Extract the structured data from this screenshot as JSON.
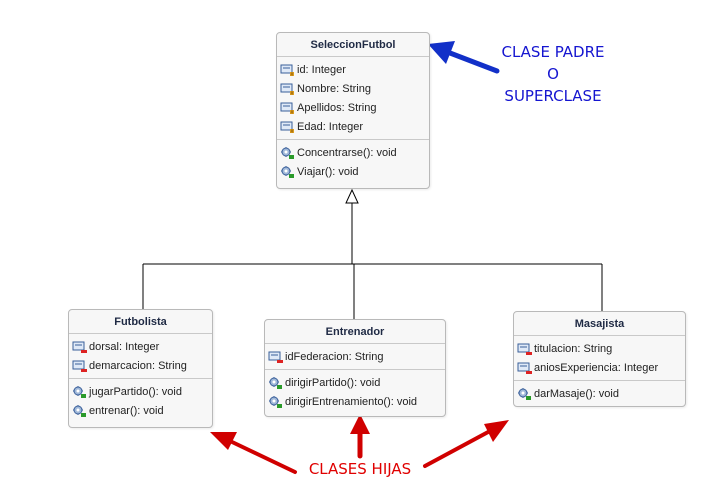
{
  "parent": {
    "name": "SeleccionFutbol",
    "attributes": [
      {
        "text": "id: Integer",
        "visibility": "protected"
      },
      {
        "text": "Nombre: String",
        "visibility": "protected"
      },
      {
        "text": "Apellidos: String",
        "visibility": "protected"
      },
      {
        "text": "Edad: Integer",
        "visibility": "protected"
      }
    ],
    "operations": [
      {
        "text": "Concentrarse(): void"
      },
      {
        "text": "Viajar(): void"
      }
    ]
  },
  "children": [
    {
      "name": "Futbolista",
      "attributes": [
        {
          "text": "dorsal: Integer",
          "visibility": "private"
        },
        {
          "text": "demarcacion: String",
          "visibility": "private"
        }
      ],
      "operations": [
        {
          "text": "jugarPartido(): void"
        },
        {
          "text": "entrenar(): void"
        }
      ]
    },
    {
      "name": "Entrenador",
      "attributes": [
        {
          "text": "idFederacion: String",
          "visibility": "private"
        }
      ],
      "operations": [
        {
          "text": "dirigirPartido(): void"
        },
        {
          "text": "dirigirEntrenamiento(): void"
        }
      ]
    },
    {
      "name": "Masajista",
      "attributes": [
        {
          "text": "titulacion: String",
          "visibility": "private"
        },
        {
          "text": "aniosExperiencia: Integer",
          "visibility": "private"
        }
      ],
      "operations": [
        {
          "text": "darMasaje(): void"
        }
      ]
    }
  ],
  "annotations": {
    "parent_label": [
      "CLASE PADRE",
      "O",
      "SUPERCLASE"
    ],
    "children_label": "CLASES HIJAS"
  },
  "colors": {
    "parent_note": "#1515d0",
    "parent_arrow": "#1230c8",
    "children_note": "#e00000",
    "children_arrow": "#d00000",
    "class_fill": "#f7f7f7",
    "class_border": "#b9b9b9"
  }
}
